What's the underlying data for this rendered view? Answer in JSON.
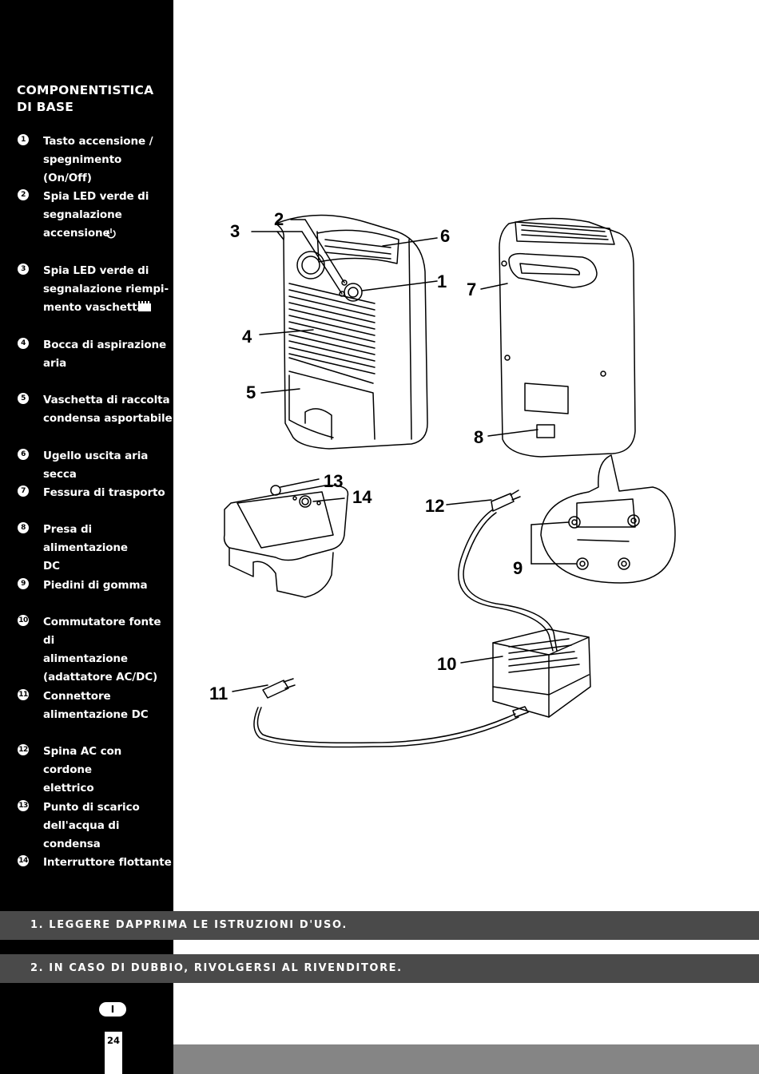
{
  "sidebar": {
    "title": "COMPONENTISTICA\nDI BASE",
    "items": [
      {
        "num": "1",
        "label": "Tasto accensione /\nspegnimento (On/Off)"
      },
      {
        "num": "2",
        "label": "Spia LED verde di\nsegnalazione\naccensione"
      },
      {
        "num": "3",
        "label": "Spia LED verde di\nsegnalazione riempi-\nmento vaschetta"
      },
      {
        "num": "4",
        "label": "Bocca di aspirazione\naria"
      },
      {
        "num": "5",
        "label": "Vaschetta di raccolta\ncondensa asportabile"
      },
      {
        "num": "6",
        "label": "Ugello uscita aria secca"
      },
      {
        "num": "7",
        "label": "Fessura di trasporto"
      },
      {
        "num": "8",
        "label": "Presa di alimentazione\nDC"
      },
      {
        "num": "9",
        "label": "Piedini di gomma"
      },
      {
        "num": "10",
        "label": "Commutatore fonte di\nalimentazione\n(adattatore AC/DC)"
      },
      {
        "num": "11",
        "label": "Connettore\nalimentazione DC"
      },
      {
        "num": "12",
        "label": "Spina AC con cordone\nelettrico"
      },
      {
        "num": "13",
        "label": "Punto di scarico\ndell'acqua di condensa"
      },
      {
        "num": "14",
        "label": "Interruttore flottante"
      }
    ]
  },
  "diagram": {
    "callouts": {
      "c1": "1",
      "c2": "2",
      "c3": "3",
      "c4": "4",
      "c5": "5",
      "c6": "6",
      "c7": "7",
      "c8": "8",
      "c9": "9",
      "c10": "10",
      "c11": "11",
      "c12": "12",
      "c13": "13",
      "c14": "14"
    }
  },
  "notices": {
    "first": "1. LEGGERE DAPPRIMA LE ISTRUZIONI D'USO.",
    "second": "2. IN CASO DI DUBBIO, RIVOLGERSI AL RIVENDITORE."
  },
  "footer": {
    "language": "I",
    "page_number": "24"
  },
  "colors": {
    "sidebar": "#000000",
    "notice_bar": "#4a4a4a",
    "bottom_strip": "#858585"
  }
}
